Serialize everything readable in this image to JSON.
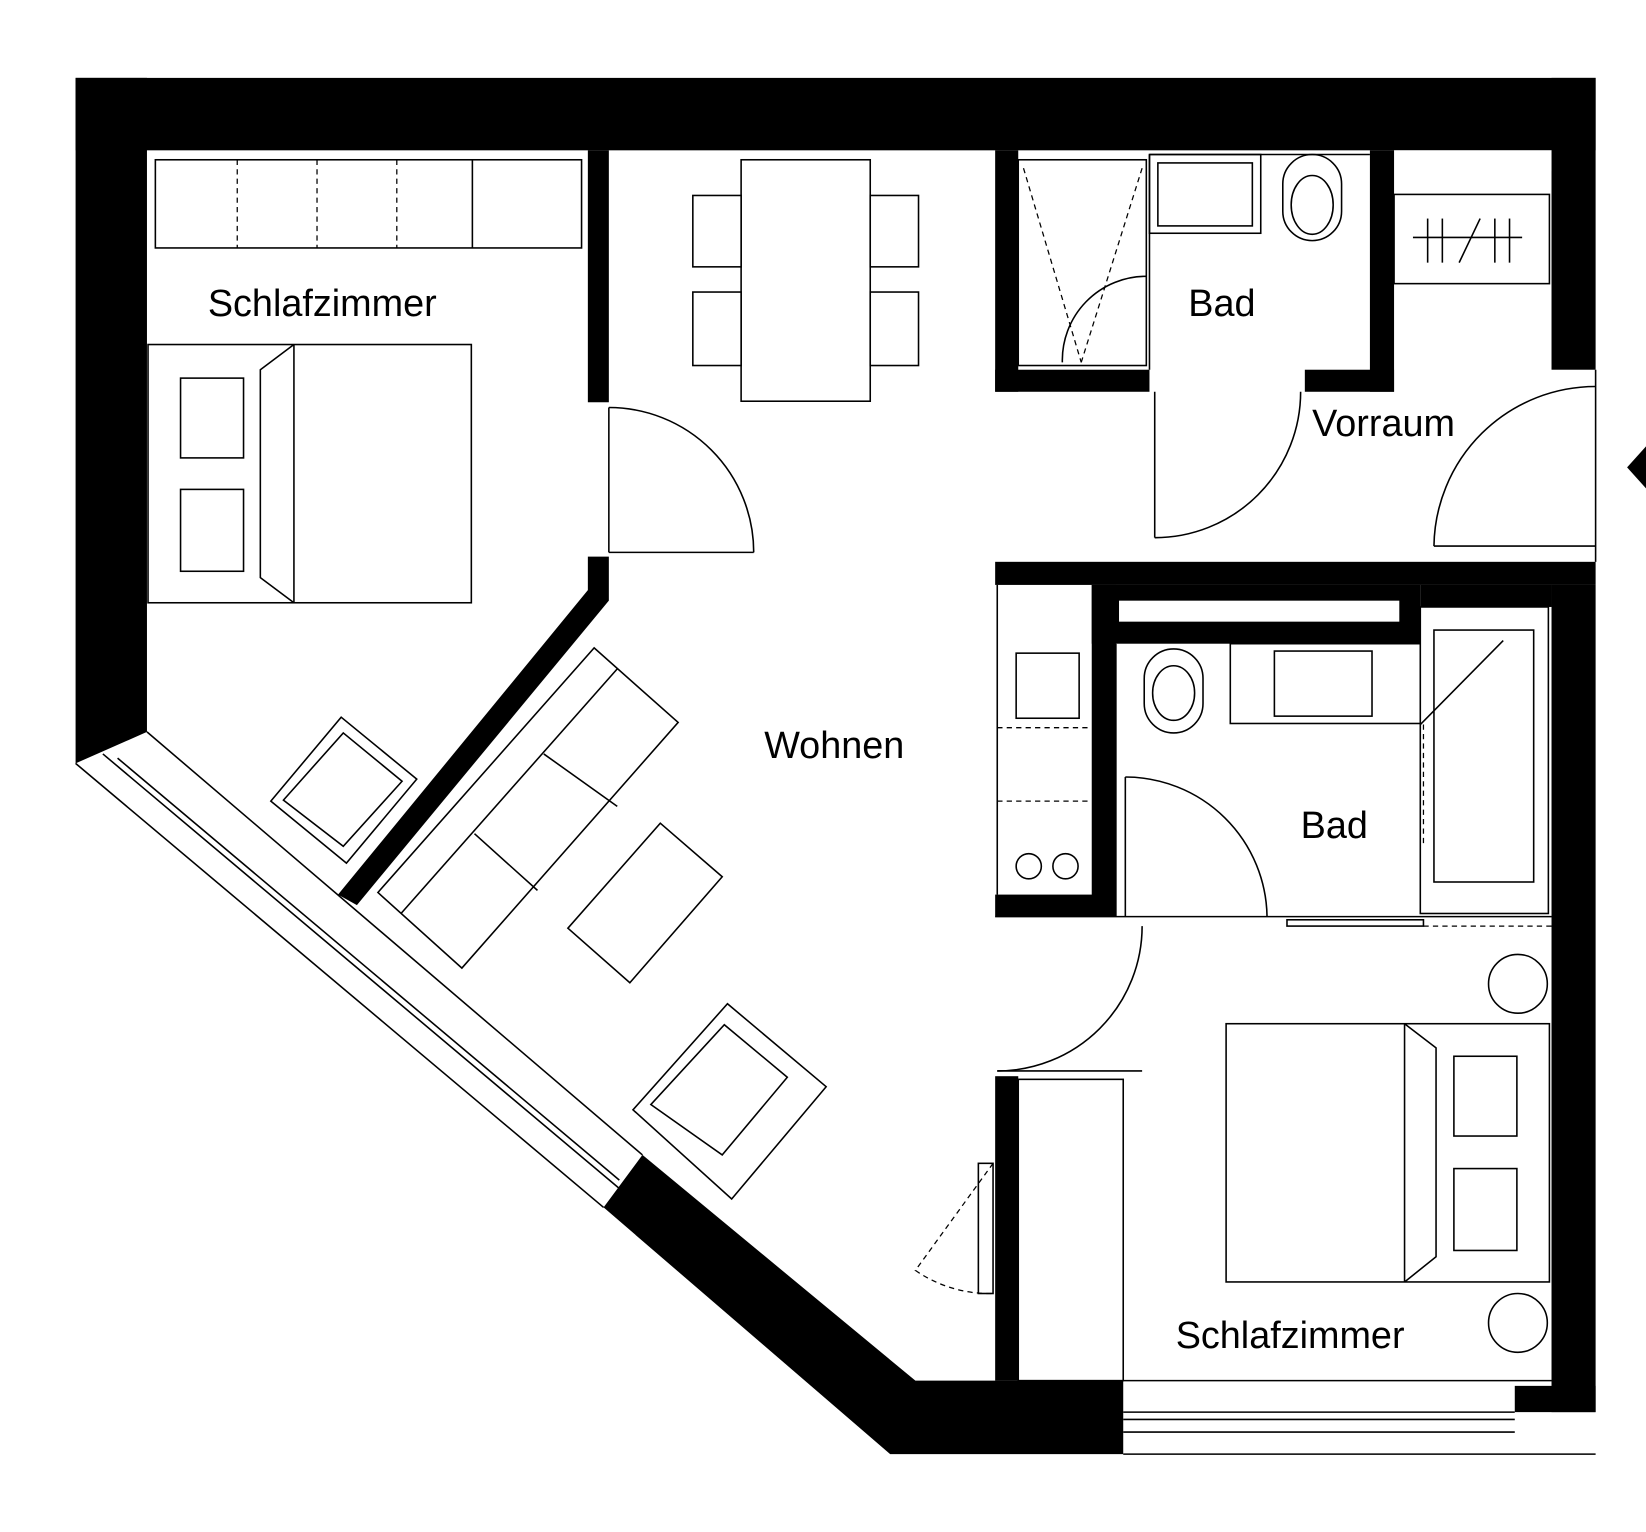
{
  "plan": {
    "rooms": {
      "bedroom_1": "Schlafzimmer",
      "dining_living": "Wohnen",
      "bath_1": "Bad",
      "hall": "Vorraum",
      "bath_2": "Bad",
      "bedroom_2": "Schlafzimmer"
    },
    "colors": {
      "wall": "#000000",
      "background": "#ffffff"
    }
  }
}
